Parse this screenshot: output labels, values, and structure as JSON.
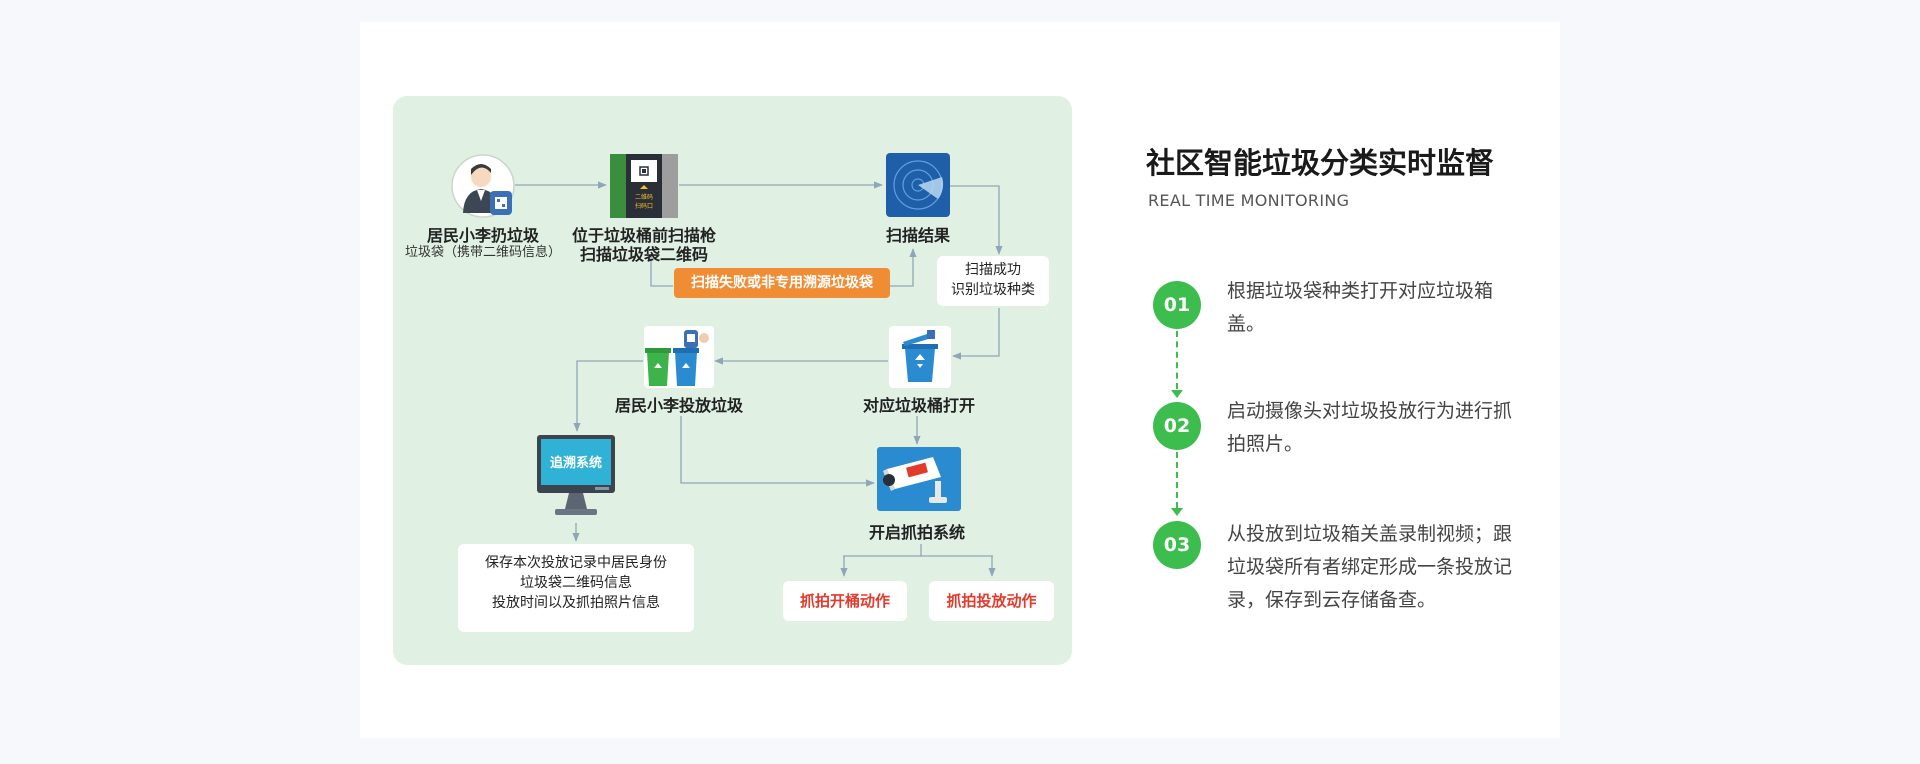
{
  "header": {
    "title": "社区智能垃圾分类实时监督",
    "subtitle": "REAL TIME MONITORING"
  },
  "steps": [
    {
      "num": "01",
      "text": "根据垃圾袋种类打开对应垃圾箱盖。"
    },
    {
      "num": "02",
      "text": "启动摄像头对垃圾投放行为进行抓拍照片。"
    },
    {
      "num": "03",
      "text": "从投放到垃圾箱关盖录制视频；跟垃圾袋所有者绑定形成一条投放记录，保存到云存储备查。"
    }
  ],
  "flow": {
    "resident_title": "居民小李扔垃圾",
    "resident_sub": "垃圾袋（携带二维码信息）",
    "scanner_line1": "位于垃圾桶前扫描枪",
    "scanner_line2": "扫描垃圾袋二维码",
    "scanner_screen_l1": "二维码",
    "scanner_screen_l2": "扫码口",
    "result_title": "扫描结果",
    "success_line1": "扫描成功",
    "success_line2": "识别垃圾种类",
    "fail_tag": "扫描失败或非专用溯源垃圾袋",
    "bin_open": "对应垃圾桶打开",
    "dispose": "居民小李投放垃圾",
    "trace_screen": "追溯系统",
    "save_line1": "保存本次投放记录中居民身份",
    "save_line2": "垃圾袋二维码信息",
    "save_line3": "投放时间以及抓拍照片信息",
    "camera": "开启抓拍系统",
    "snap_open": "抓拍开桶动作",
    "snap_dispose": "抓拍投放动作"
  },
  "colors": {
    "accent_green": "#3dbd4e",
    "panel_bg": "#e0f1e3",
    "orange": "#f08c33",
    "red": "#e23b2c",
    "connector": "#8fa6b8"
  }
}
